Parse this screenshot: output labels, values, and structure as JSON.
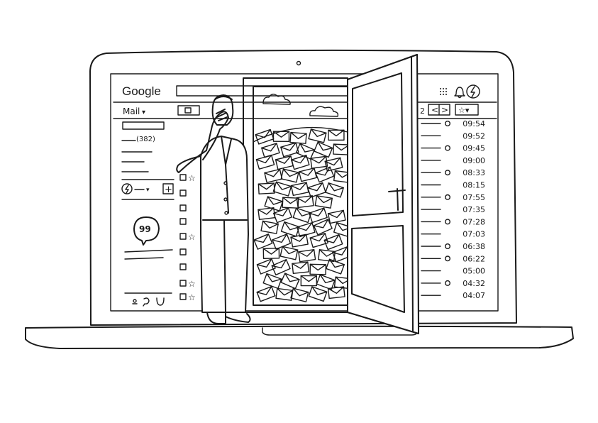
{
  "app": {
    "logo_text": "Google",
    "mail_label": "Mail",
    "mail_caret": "▾",
    "unread_count": "(382)",
    "chat_bubble_text": "99"
  },
  "toolbar": {
    "partial_count": "2",
    "prev_glyph": "<",
    "next_glyph": ">",
    "star_menu": "☆▾",
    "plus_glyph": "+"
  },
  "timestamps": [
    "09:54",
    "09:52",
    "09:45",
    "09:00",
    "08:33",
    "08:15",
    "07:55",
    "07:35",
    "07:28",
    "07:03",
    "06:38",
    "06:22",
    "05:00",
    "04:32",
    "04:07"
  ],
  "timestamp_has_clip": [
    true,
    false,
    true,
    false,
    true,
    false,
    true,
    false,
    true,
    false,
    true,
    true,
    false,
    true,
    false
  ],
  "row_starred": [
    true,
    false,
    false,
    false,
    true,
    false,
    false,
    true,
    true,
    false,
    false
  ],
  "colors": {
    "ink": "#1a1a1a",
    "paper": "#ffffff"
  },
  "icons": [
    "grid-apps-icon",
    "bell-icon",
    "hangouts-icon",
    "search-box",
    "checkbox-icon",
    "star-icon",
    "paperclip-icon",
    "chat-bubble-icon",
    "door",
    "envelope-pile",
    "cloud-icon",
    "businessman-facepalm"
  ]
}
